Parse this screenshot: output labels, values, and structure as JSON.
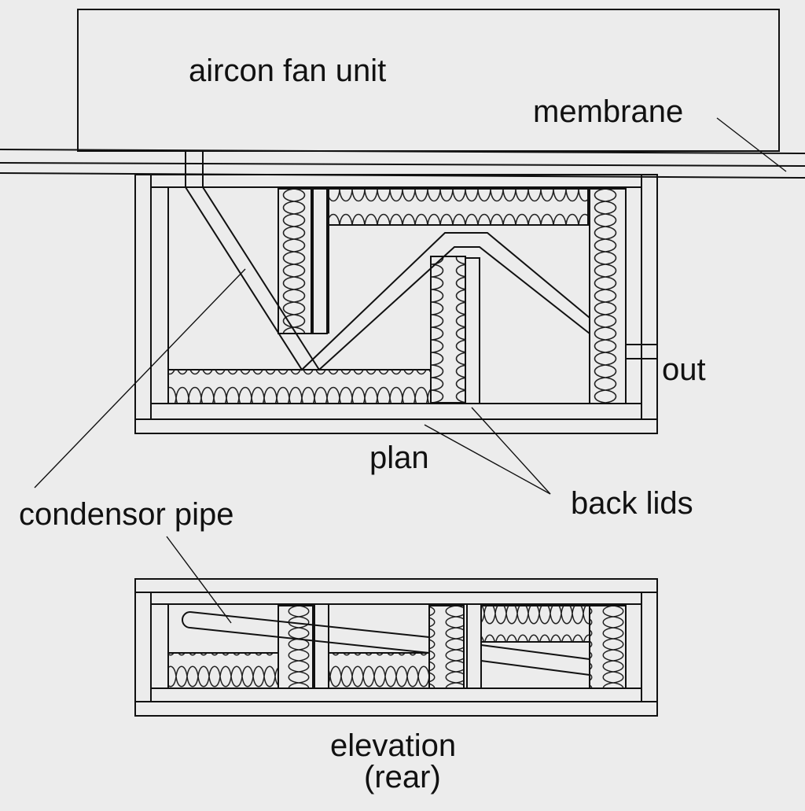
{
  "labels": {
    "fan_unit": "aircon fan unit",
    "membrane": "membrane",
    "out": "out",
    "plan": "plan",
    "back_lids": "back lids",
    "condensor_pipe": "condensor pipe",
    "elevation_line1": "elevation",
    "elevation_line2": "(rear)"
  },
  "colors": {
    "background": "#ececec",
    "ink": "#111111"
  }
}
